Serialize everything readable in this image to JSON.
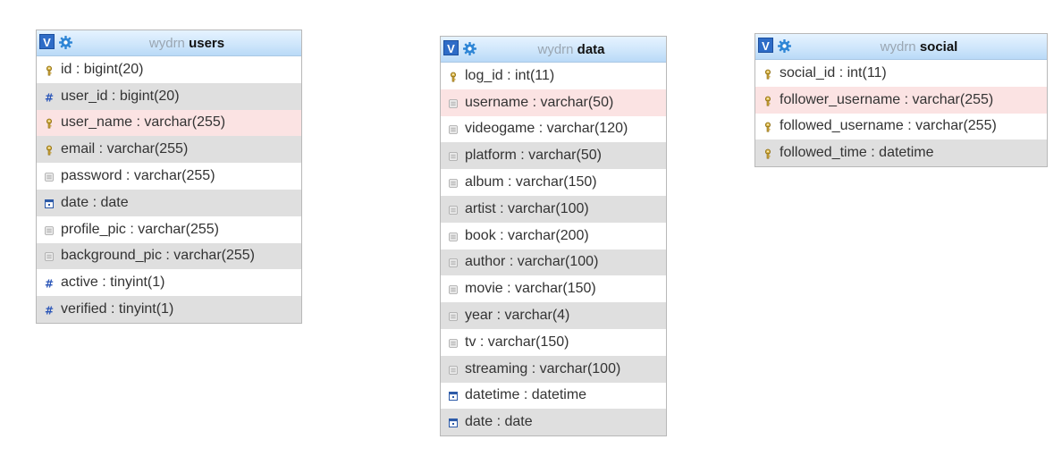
{
  "tables": [
    {
      "id": "users",
      "database": "wydrn",
      "name": "users",
      "toggle_label": "V",
      "columns": [
        {
          "text": "id : bigint(20)",
          "icon": "key-icon",
          "bg": "white"
        },
        {
          "text": "user_id : bigint(20)",
          "icon": "hash-icon",
          "bg": "gray"
        },
        {
          "text": "user_name : varchar(255)",
          "icon": "key-icon",
          "bg": "pink"
        },
        {
          "text": "email : varchar(255)",
          "icon": "key-icon",
          "bg": "gray"
        },
        {
          "text": "password : varchar(255)",
          "icon": "text-type-icon",
          "bg": "white"
        },
        {
          "text": "date : date",
          "icon": "calendar-icon",
          "bg": "gray"
        },
        {
          "text": "profile_pic : varchar(255)",
          "icon": "text-type-icon",
          "bg": "white"
        },
        {
          "text": "background_pic : varchar(255)",
          "icon": "text-type-icon",
          "bg": "gray"
        },
        {
          "text": "active : tinyint(1)",
          "icon": "hash-icon",
          "bg": "white"
        },
        {
          "text": "verified : tinyint(1)",
          "icon": "hash-icon",
          "bg": "gray"
        }
      ]
    },
    {
      "id": "data",
      "database": "wydrn",
      "name": "data",
      "toggle_label": "V",
      "columns": [
        {
          "text": "log_id : int(11)",
          "icon": "key-icon",
          "bg": "white"
        },
        {
          "text": "username : varchar(50)",
          "icon": "text-type-icon",
          "bg": "pink"
        },
        {
          "text": "videogame : varchar(120)",
          "icon": "text-type-icon",
          "bg": "white"
        },
        {
          "text": "platform : varchar(50)",
          "icon": "text-type-icon",
          "bg": "gray"
        },
        {
          "text": "album : varchar(150)",
          "icon": "text-type-icon",
          "bg": "white"
        },
        {
          "text": "artist : varchar(100)",
          "icon": "text-type-icon",
          "bg": "gray"
        },
        {
          "text": "book : varchar(200)",
          "icon": "text-type-icon",
          "bg": "white"
        },
        {
          "text": "author : varchar(100)",
          "icon": "text-type-icon",
          "bg": "gray"
        },
        {
          "text": "movie : varchar(150)",
          "icon": "text-type-icon",
          "bg": "white"
        },
        {
          "text": "year : varchar(4)",
          "icon": "text-type-icon",
          "bg": "gray"
        },
        {
          "text": "tv : varchar(150)",
          "icon": "text-type-icon",
          "bg": "white"
        },
        {
          "text": "streaming : varchar(100)",
          "icon": "text-type-icon",
          "bg": "gray"
        },
        {
          "text": "datetime : datetime",
          "icon": "calendar-icon",
          "bg": "white"
        },
        {
          "text": "date : date",
          "icon": "calendar-icon",
          "bg": "gray"
        }
      ]
    },
    {
      "id": "social",
      "database": "wydrn",
      "name": "social",
      "toggle_label": "V",
      "columns": [
        {
          "text": "social_id : int(11)",
          "icon": "key-icon",
          "bg": "white"
        },
        {
          "text": "follower_username : varchar(255)",
          "icon": "key-icon",
          "bg": "pink"
        },
        {
          "text": "followed_username : varchar(255)",
          "icon": "key-icon",
          "bg": "white"
        },
        {
          "text": "followed_time : datetime",
          "icon": "key-icon",
          "bg": "gray"
        }
      ]
    }
  ],
  "colors": {
    "header_top": "#e6f3ff",
    "header_bottom": "#b9daf7",
    "toggle_bg": "#2e6cc7",
    "row_gray": "#dfdfdf",
    "row_pink": "#fbe3e3",
    "db_name": "#9aa6b2"
  }
}
